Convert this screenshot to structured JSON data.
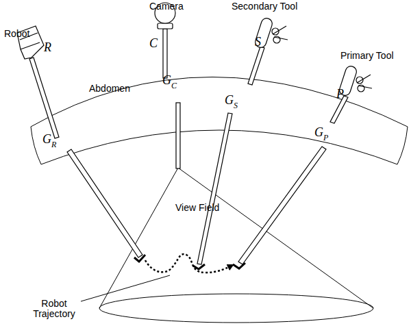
{
  "diagram": {
    "labels": [
      "Robot",
      "R",
      "Camera",
      "C",
      "Secondary Tool",
      "S",
      "Primary Tool",
      "P",
      "Abdomen",
      "G",
      "R",
      "G",
      "C",
      "G",
      "S",
      "G",
      "P",
      "View Field",
      "Robot Trajectory"
    ]
  }
}
